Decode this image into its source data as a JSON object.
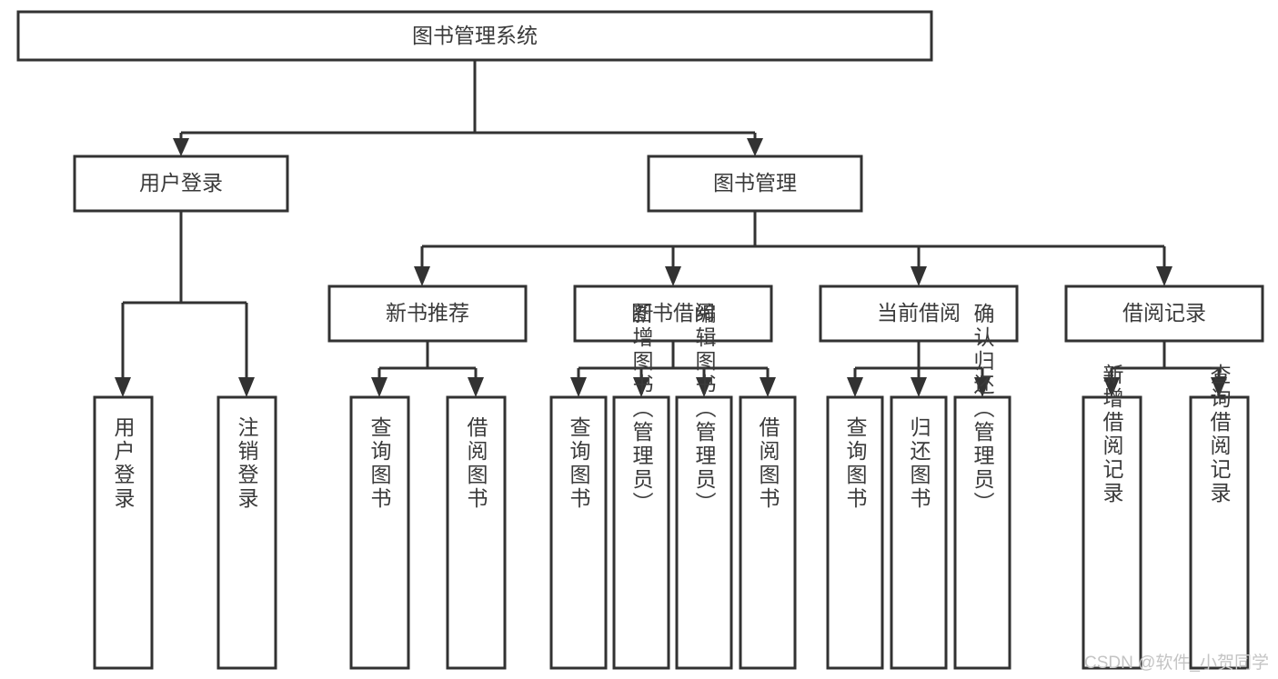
{
  "diagram": {
    "title": "图书管理系统",
    "type": "tree-hierarchy",
    "colors": {
      "stroke": "#323232",
      "fill": "#ffffff",
      "text": "#3a3a3a",
      "watermark": "#c4c4c4"
    },
    "levels": {
      "root": {
        "label": "图书管理系统"
      },
      "level2": [
        {
          "label": "用户登录"
        },
        {
          "label": "图书管理"
        }
      ],
      "level3": [
        {
          "label": "新书推荐"
        },
        {
          "label": "图书借阅"
        },
        {
          "label": "当前借阅"
        },
        {
          "label": "借阅记录"
        }
      ],
      "leaves_user_login": [
        {
          "label": "用户登录"
        },
        {
          "label": "注销登录"
        }
      ],
      "leaves_new_book": [
        {
          "label": "查询图书"
        },
        {
          "label": "借阅图书"
        }
      ],
      "leaves_borrow": [
        {
          "label": "查询图书"
        },
        {
          "label": "新增图书（管理员）"
        },
        {
          "label": "编辑图书（管理员）"
        },
        {
          "label": "借阅图书"
        }
      ],
      "leaves_current": [
        {
          "label": "查询图书"
        },
        {
          "label": "归还图书"
        },
        {
          "label": "确认归还（管理员）"
        }
      ],
      "leaves_record": [
        {
          "label": "新增借阅记录"
        },
        {
          "label": "查询借阅记录"
        }
      ]
    }
  },
  "watermark": {
    "text": "CSDN @软件_小贺同学"
  }
}
